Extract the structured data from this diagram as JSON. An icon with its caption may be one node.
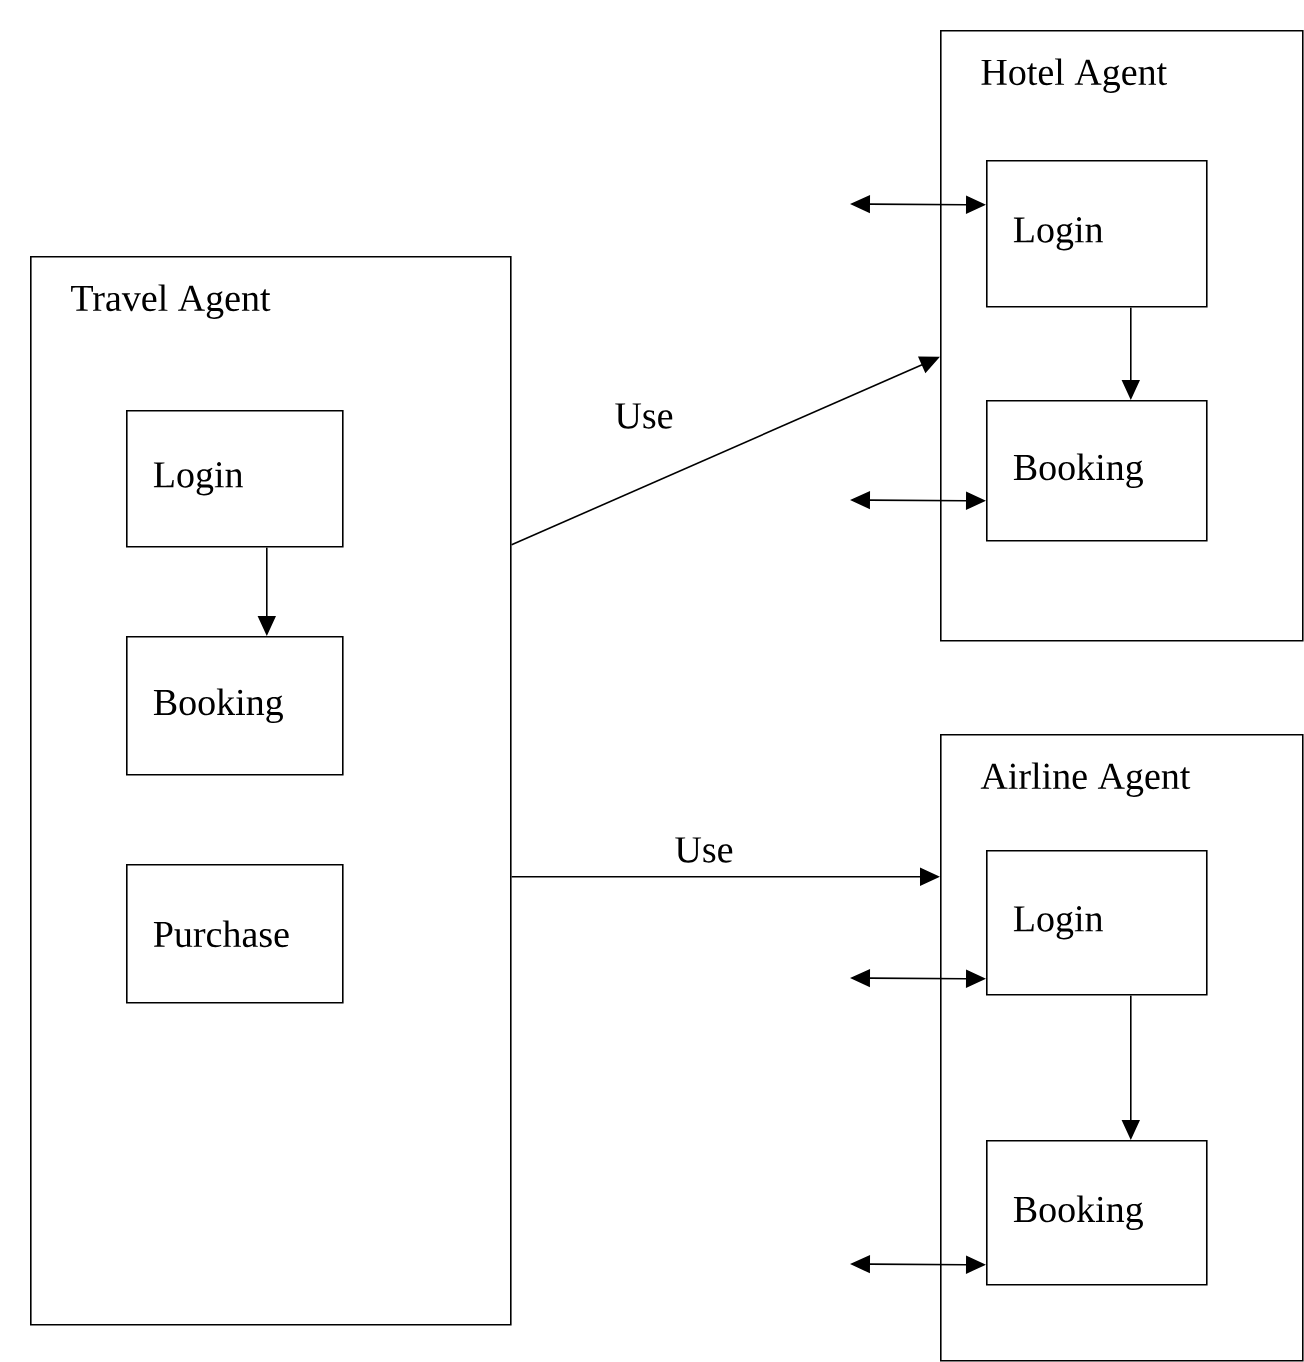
{
  "diagram": {
    "nodes": [
      {
        "text": [
          "Travel Agent"
        ]
      },
      {
        "text": [
          "Login"
        ],
        "in": 0
      },
      {
        "text": [
          "Booking"
        ],
        "in": 0
      },
      {
        "text": [
          "Purchase"
        ],
        "in": 0
      },
      {
        "text": [
          "Hotel Agent"
        ]
      },
      {
        "text": [
          "Login"
        ],
        "in": 4
      },
      {
        "text": [
          "Booking"
        ],
        "in": 4
      },
      {
        "text": [
          "Airline Agent"
        ]
      },
      {
        "text": [
          "Login"
        ],
        "in": 7
      },
      {
        "text": [
          "Booking"
        ],
        "in": 7
      }
    ],
    "edges": [
      {
        "from": 1,
        "to": 2,
        "arrow": "to"
      },
      {
        "from": 0,
        "to": 4,
        "arrow": "to",
        "label": "Use"
      },
      {
        "from": 0,
        "to": 7,
        "arrow": "to",
        "label": "Use"
      },
      {
        "from": 5,
        "to": 6,
        "arrow": "to"
      },
      {
        "from": 8,
        "to": 9,
        "arrow": "to"
      },
      {
        "from": null,
        "to": 5,
        "arrow": "both"
      },
      {
        "from": null,
        "to": 6,
        "arrow": "both"
      },
      {
        "from": null,
        "to": 8,
        "arrow": "both"
      },
      {
        "from": null,
        "to": 9,
        "arrow": "both"
      }
    ]
  }
}
